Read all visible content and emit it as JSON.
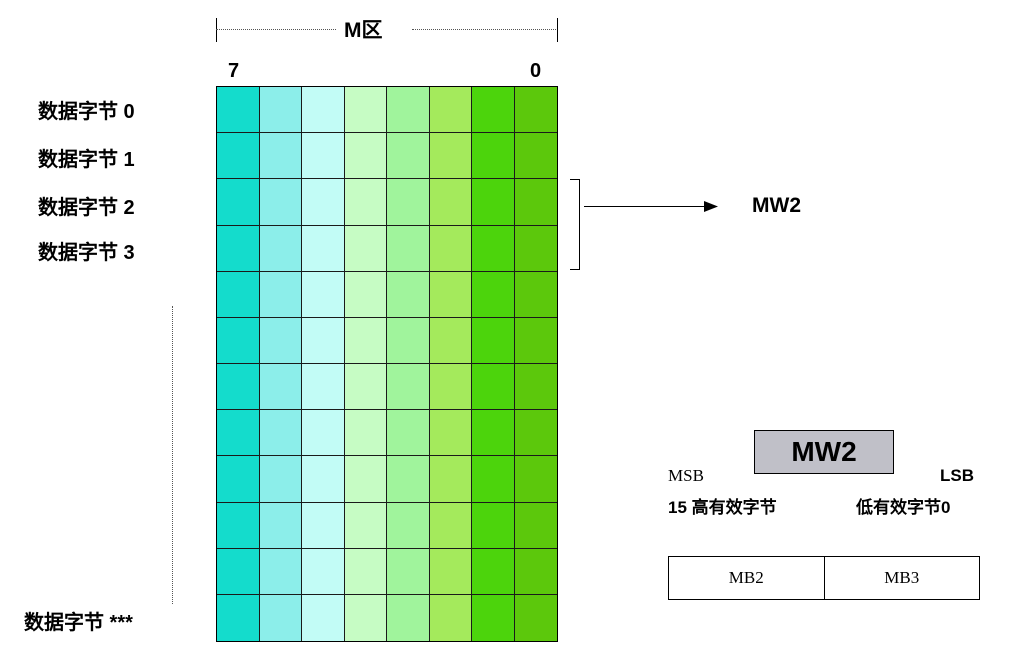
{
  "mzone": {
    "title": "M区",
    "bit_high": "7",
    "bit_low": "0"
  },
  "rows": {
    "labels": [
      "数据字节 0",
      "数据字节 1",
      "数据字节 2",
      "数据字节 3"
    ],
    "last_label": "数据字节 ***",
    "count": 12
  },
  "column_colors": [
    "#14dccc",
    "#8ceeea",
    "#c2fcf6",
    "#c6fcc4",
    "#a0f49c",
    "#a4ea5c",
    "#4cd40c",
    "#5cc80c"
  ],
  "word": {
    "arrow_label": "MW2",
    "box_label": "MW2",
    "msb": "MSB",
    "lsb": "LSB",
    "high_byte": "15 高有效字节",
    "low_byte": "低有效字节0",
    "bytes": [
      "MB2",
      "MB3"
    ]
  }
}
